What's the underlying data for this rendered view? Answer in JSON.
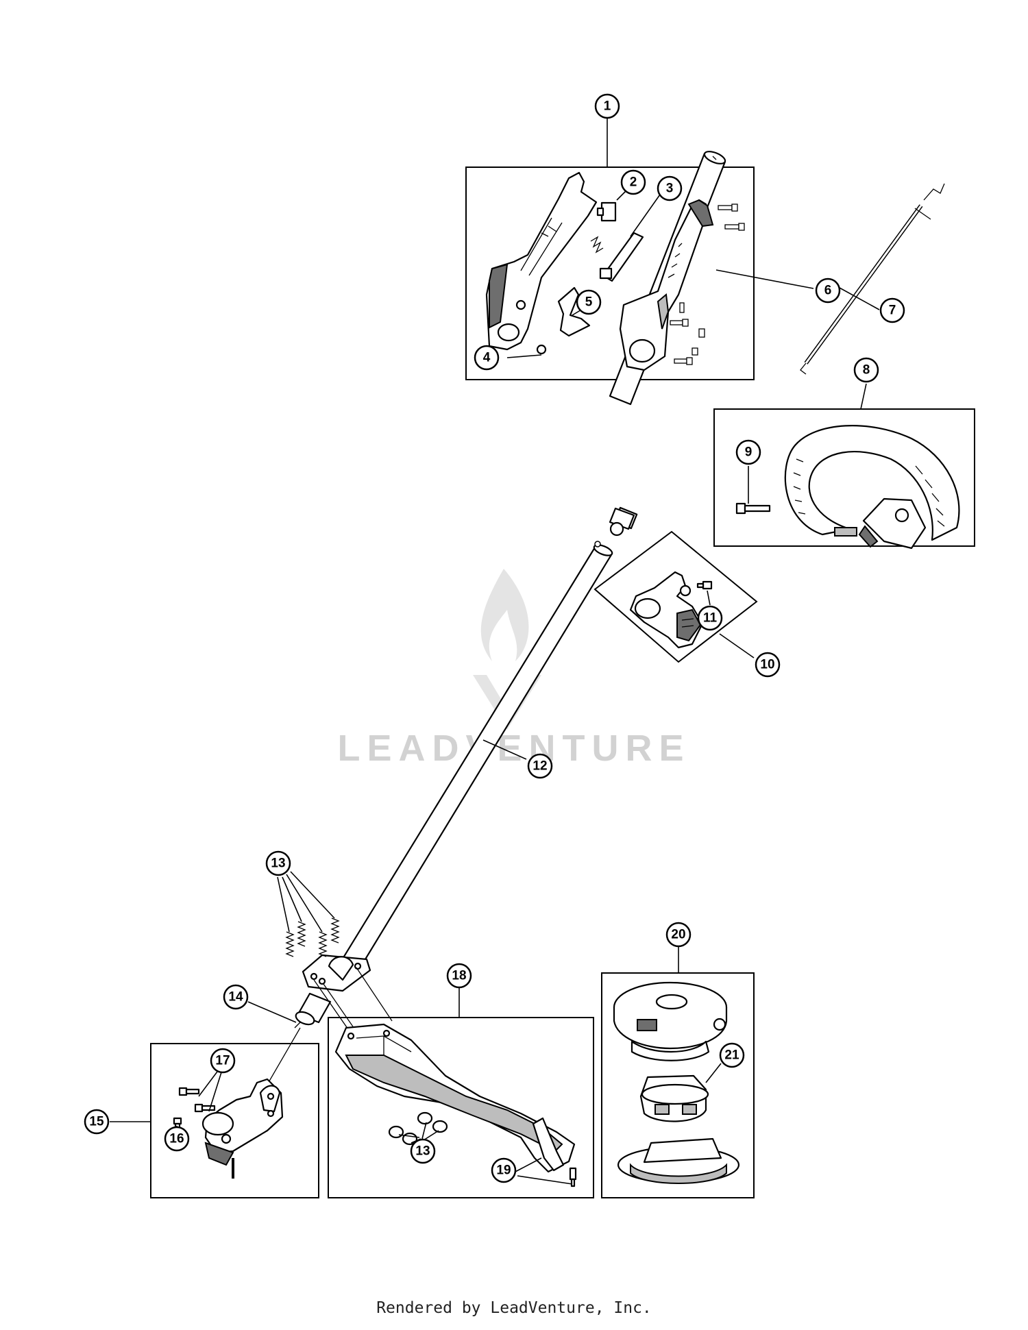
{
  "watermark": {
    "text": "LEADVENTURE"
  },
  "footer": {
    "text": "Rendered by LeadVenture, Inc."
  },
  "callouts": [
    {
      "label": "1"
    },
    {
      "label": "2"
    },
    {
      "label": "3"
    },
    {
      "label": "4"
    },
    {
      "label": "5"
    },
    {
      "label": "6"
    },
    {
      "label": "7"
    },
    {
      "label": "8"
    },
    {
      "label": "9"
    },
    {
      "label": "10"
    },
    {
      "label": "11"
    },
    {
      "label": "12"
    },
    {
      "label": "13"
    },
    {
      "label": "13"
    },
    {
      "label": "14"
    },
    {
      "label": "15"
    },
    {
      "label": "16"
    },
    {
      "label": "17"
    },
    {
      "label": "18"
    },
    {
      "label": "19"
    },
    {
      "label": "20"
    },
    {
      "label": "21"
    }
  ]
}
